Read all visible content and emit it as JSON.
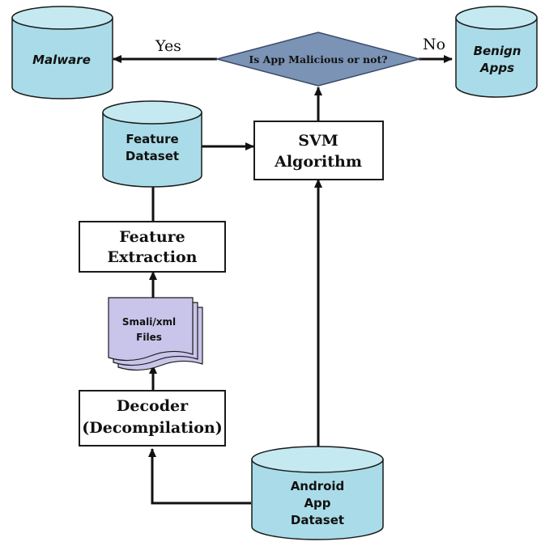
{
  "nodes": {
    "malware": {
      "label": "Malware"
    },
    "benign": {
      "line1": "Benign",
      "line2": "Apps"
    },
    "decision": {
      "label": "Is App Malicious or not?"
    },
    "feature_dataset": {
      "line1": "Feature",
      "line2": "Dataset"
    },
    "svm": {
      "line1": "SVM",
      "line2": "Algorithm"
    },
    "feature_extraction": {
      "line1": "Feature",
      "line2": "Extraction"
    },
    "smali_files": {
      "line1": "Smali/xml",
      "line2": "Files"
    },
    "decoder": {
      "line1": "Decoder",
      "line2": "(Decompilation)"
    },
    "android_dataset": {
      "line1": "Android",
      "line2": "App",
      "line3": "Dataset"
    }
  },
  "edges": {
    "yes_label": "Yes",
    "no_label": "No"
  },
  "colors": {
    "cylinder_fill": "#a9dce8",
    "cylinder_top": "#c4e9f1",
    "diamond_fill": "#7b93b4",
    "document_fill": "#c9c4ea",
    "stroke": "#1a1a1a"
  }
}
